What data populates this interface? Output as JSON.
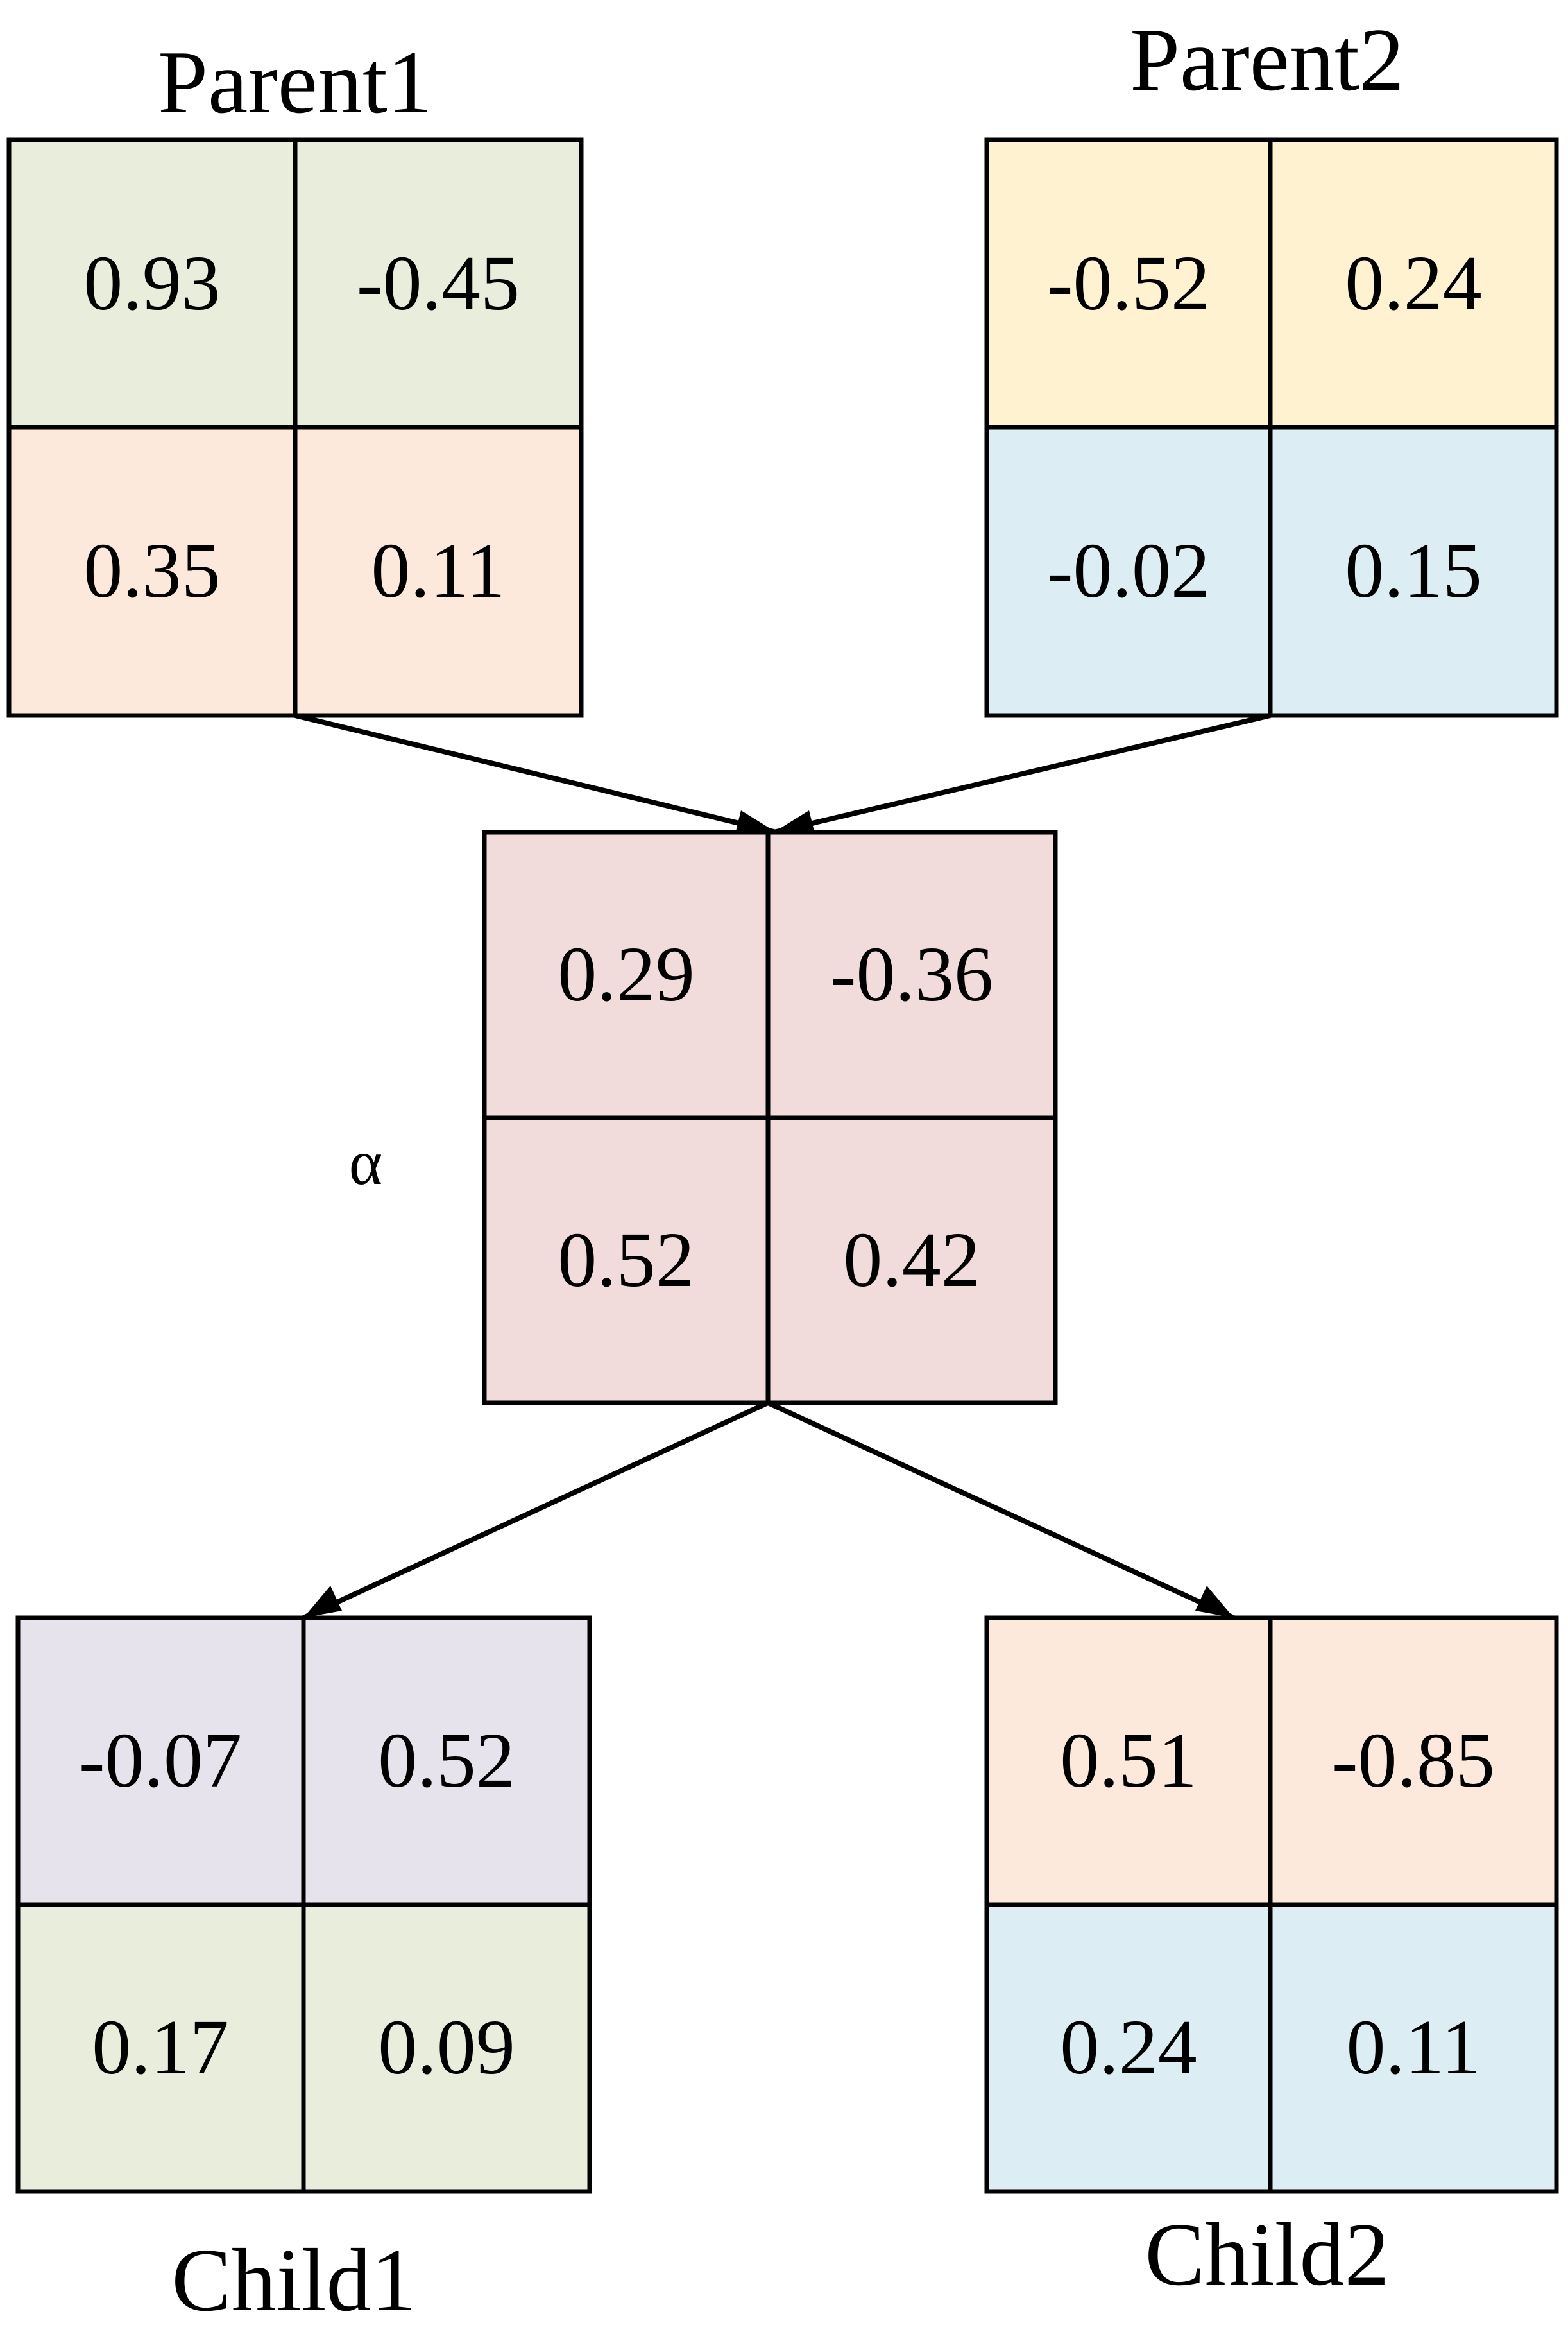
{
  "matrices": {
    "parent1": {
      "title": "Parent1",
      "cells": [
        {
          "value": "0.93",
          "color": "#E9EEDC"
        },
        {
          "value": "-0.45",
          "color": "#E9EEDC"
        },
        {
          "value": "0.35",
          "color": "#FCE9DC"
        },
        {
          "value": "0.11",
          "color": "#FCE9DC"
        }
      ]
    },
    "parent2": {
      "title": "Parent2",
      "cells": [
        {
          "value": "-0.52",
          "color": "#FEF2D0"
        },
        {
          "value": "0.24",
          "color": "#FEF2D0"
        },
        {
          "value": "-0.02",
          "color": "#DCEDF3"
        },
        {
          "value": "0.15",
          "color": "#DCEDF3"
        }
      ]
    },
    "alpha": {
      "label": "α",
      "cells": [
        {
          "value": "0.29",
          "color": "#F1DCDB"
        },
        {
          "value": "-0.36",
          "color": "#F1DCDB"
        },
        {
          "value": "0.52",
          "color": "#F1DCDB"
        },
        {
          "value": "0.42",
          "color": "#F1DCDB"
        }
      ]
    },
    "child1": {
      "title": "Child1",
      "cells": [
        {
          "value": "-0.07",
          "color": "#E6E3EC"
        },
        {
          "value": "0.52",
          "color": "#E6E3EC"
        },
        {
          "value": "0.17",
          "color": "#E9EEDC"
        },
        {
          "value": "0.09",
          "color": "#E9EEDC"
        }
      ]
    },
    "child2": {
      "title": "Child2",
      "cells": [
        {
          "value": "0.51",
          "color": "#FCE9DC"
        },
        {
          "value": "-0.85",
          "color": "#FCE9DC"
        },
        {
          "value": "0.24",
          "color": "#DCEDF3"
        },
        {
          "value": "0.11",
          "color": "#DCEDF3"
        }
      ]
    }
  },
  "style": {
    "line_color": "#000000",
    "text_color": "#000000",
    "background": "#FFFFFF"
  }
}
